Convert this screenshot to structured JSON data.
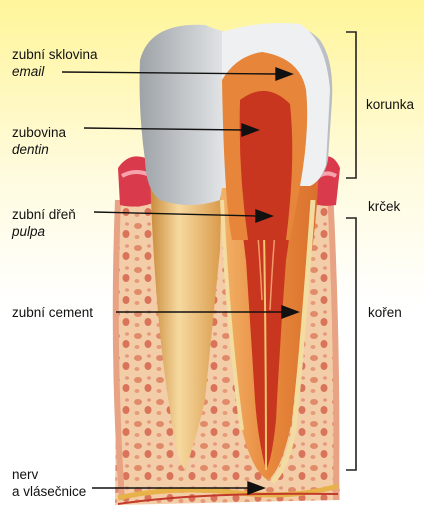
{
  "labels": {
    "enamel": {
      "czech": "zubní sklovina",
      "latin": "email"
    },
    "dentin": {
      "czech": "zubovina",
      "latin": "dentin"
    },
    "pulp": {
      "czech": "zubní dřeň",
      "latin": "pulpa"
    },
    "cementum": {
      "czech": "zubní cement"
    },
    "nerve": {
      "line1": "nerv",
      "line2": "a vlásečnice"
    }
  },
  "regions": {
    "crown": "korunka",
    "neck": "krček",
    "root": "kořen"
  },
  "colors": {
    "background_top": "#fff7b0",
    "background_bottom": "#ffffff",
    "enamel": "#cfd2d6",
    "dentin": "#e9944a",
    "pulp": "#c9361f",
    "bone": "#f2c9a6",
    "gum": "#d9384a",
    "cementum": "#f1d79a",
    "bracket": "#222222"
  }
}
